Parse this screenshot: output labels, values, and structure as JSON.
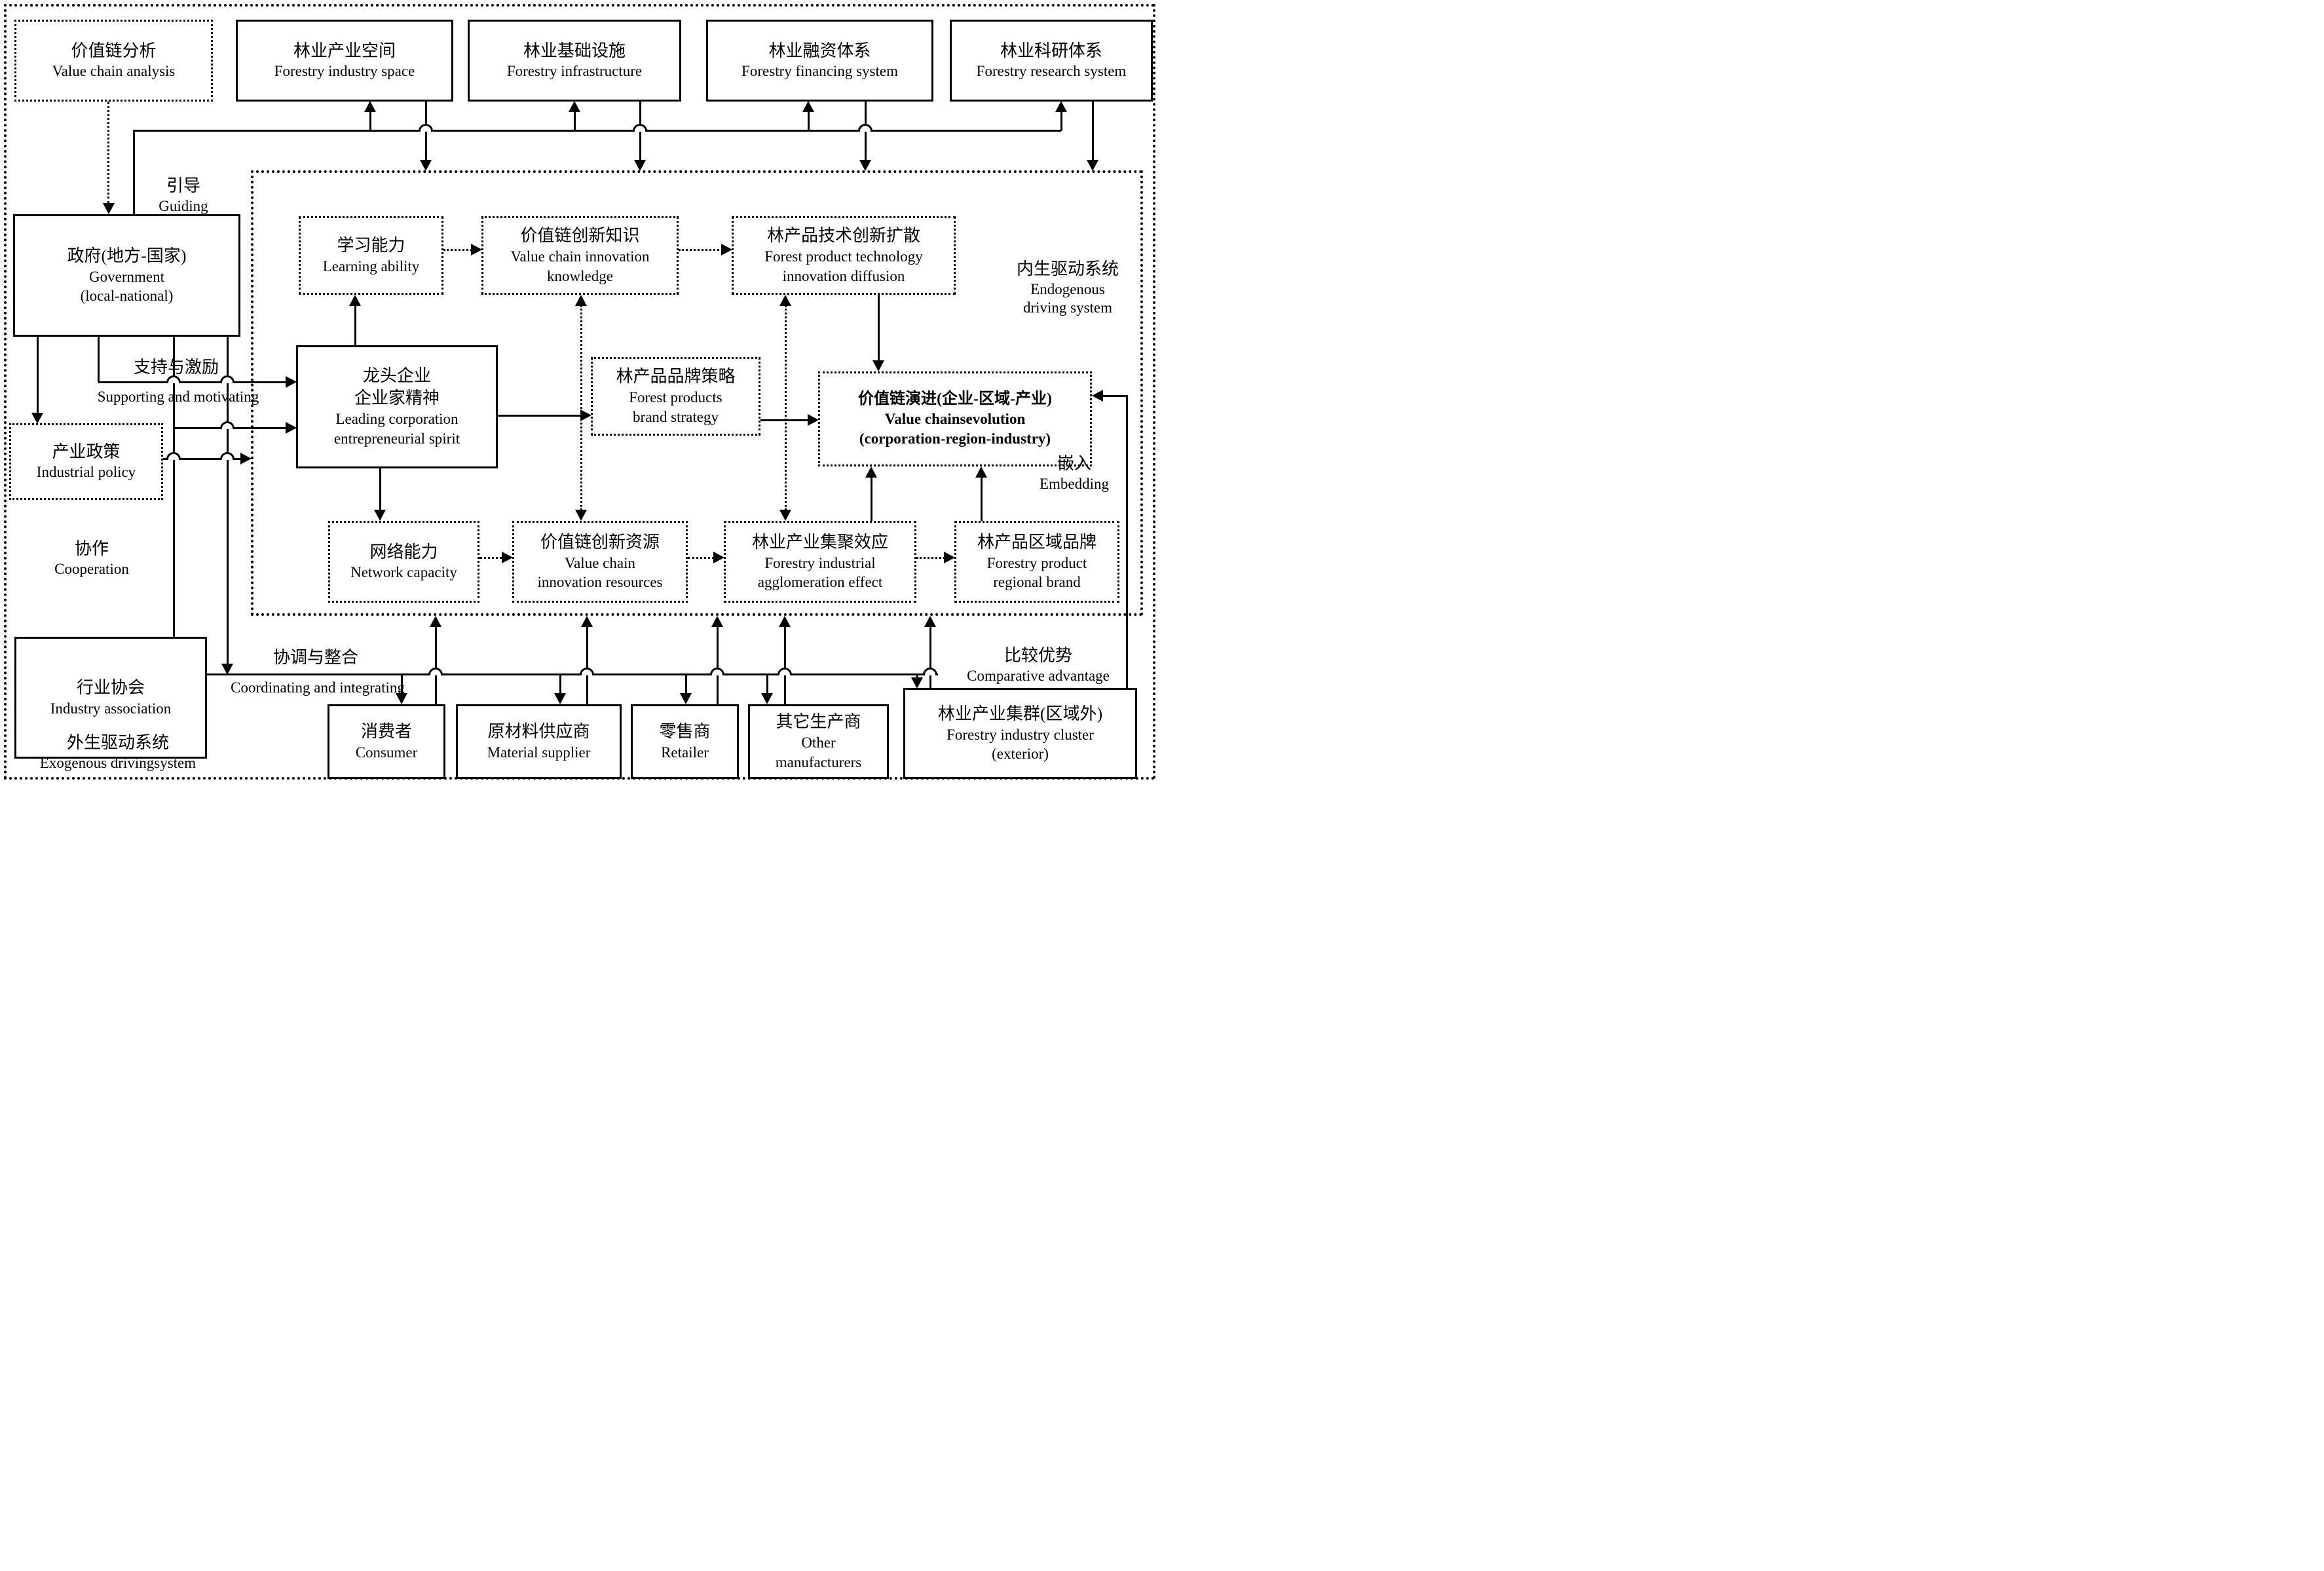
{
  "boxes": {
    "value_chain_analysis": {
      "zh": "价值链分析",
      "en": "Value chain analysis"
    },
    "industry_space": {
      "zh": "林业产业空间",
      "en": "Forestry industry space"
    },
    "infrastructure": {
      "zh": "林业基础设施",
      "en": "Forestry infrastructure"
    },
    "financing": {
      "zh": "林业融资体系",
      "en": "Forestry financing system"
    },
    "research": {
      "zh": "林业科研体系",
      "en": "Forestry research system"
    },
    "government": {
      "zh": "政府(地方-国家)",
      "en1": "Government",
      "en2": "(local-national)"
    },
    "industrial_policy": {
      "zh": "产业政策",
      "en": "Industrial policy"
    },
    "industry_association": {
      "zh": "行业协会",
      "en": "Industry association"
    },
    "learning": {
      "zh": "学习能力",
      "en": "Learning ability"
    },
    "knowledge": {
      "zh": "价值链创新知识",
      "en1": "Value chain innovation",
      "en2": "knowledge"
    },
    "diffusion": {
      "zh": "林产品技术创新扩散",
      "en1": "Forest product technology",
      "en2": "innovation diffusion"
    },
    "leading": {
      "zh1": "龙头企业",
      "zh2": "企业家精神",
      "en1": "Leading corporation",
      "en2": "entrepreneurial spirit"
    },
    "brand": {
      "zh": "林产品品牌策略",
      "en1": "Forest products",
      "en2": "brand strategy"
    },
    "evolution": {
      "zh": "价值链演进(企业-区域-产业)",
      "en1": "Value chainsevolution",
      "en2": "(corporation-region-industry)"
    },
    "network": {
      "zh": "网络能力",
      "en": "Network capacity"
    },
    "resources": {
      "zh": "价值链创新资源",
      "en1": "Value chain",
      "en2": "innovation resources"
    },
    "agglomeration": {
      "zh": "林业产业集聚效应",
      "en1": "Forestry industrial",
      "en2": "agglomeration effect"
    },
    "regional_brand": {
      "zh": "林产品区域品牌",
      "en1": "Forestry product",
      "en2": "regional brand"
    },
    "consumer": {
      "zh": "消费者",
      "en": "Consumer"
    },
    "supplier": {
      "zh": "原材料供应商",
      "en": "Material supplier"
    },
    "retailer": {
      "zh": "零售商",
      "en": "Retailer"
    },
    "other_manufacturers": {
      "zh": "其它生产商",
      "en1": "Other",
      "en2": "manufacturers"
    },
    "cluster": {
      "zh": "林业产业集群(区域外)",
      "en1": "Forestry industry cluster",
      "en2": "(exterior)"
    }
  },
  "labels": {
    "guiding": {
      "zh": "引导",
      "en": "Guiding"
    },
    "supporting": {
      "zh": "支持与激励",
      "en": "Supporting and motivating"
    },
    "cooperation": {
      "zh": "协作",
      "en": "Cooperation"
    },
    "coordinating": {
      "zh": "协调与整合",
      "en": "Coordinating and integrating"
    },
    "endogenous": {
      "zh": "内生驱动系统",
      "en1": "Endogenous",
      "en2": "driving system"
    },
    "exogenous": {
      "zh": "外生驱动系统",
      "en": "Exogenous drivingsystem"
    },
    "embedding": {
      "zh": "嵌入",
      "en": "Embedding"
    },
    "comparative": {
      "zh": "比较优势",
      "en": "Comparative advantage"
    }
  },
  "colors": {
    "line": "#000000",
    "background": "#ffffff"
  }
}
